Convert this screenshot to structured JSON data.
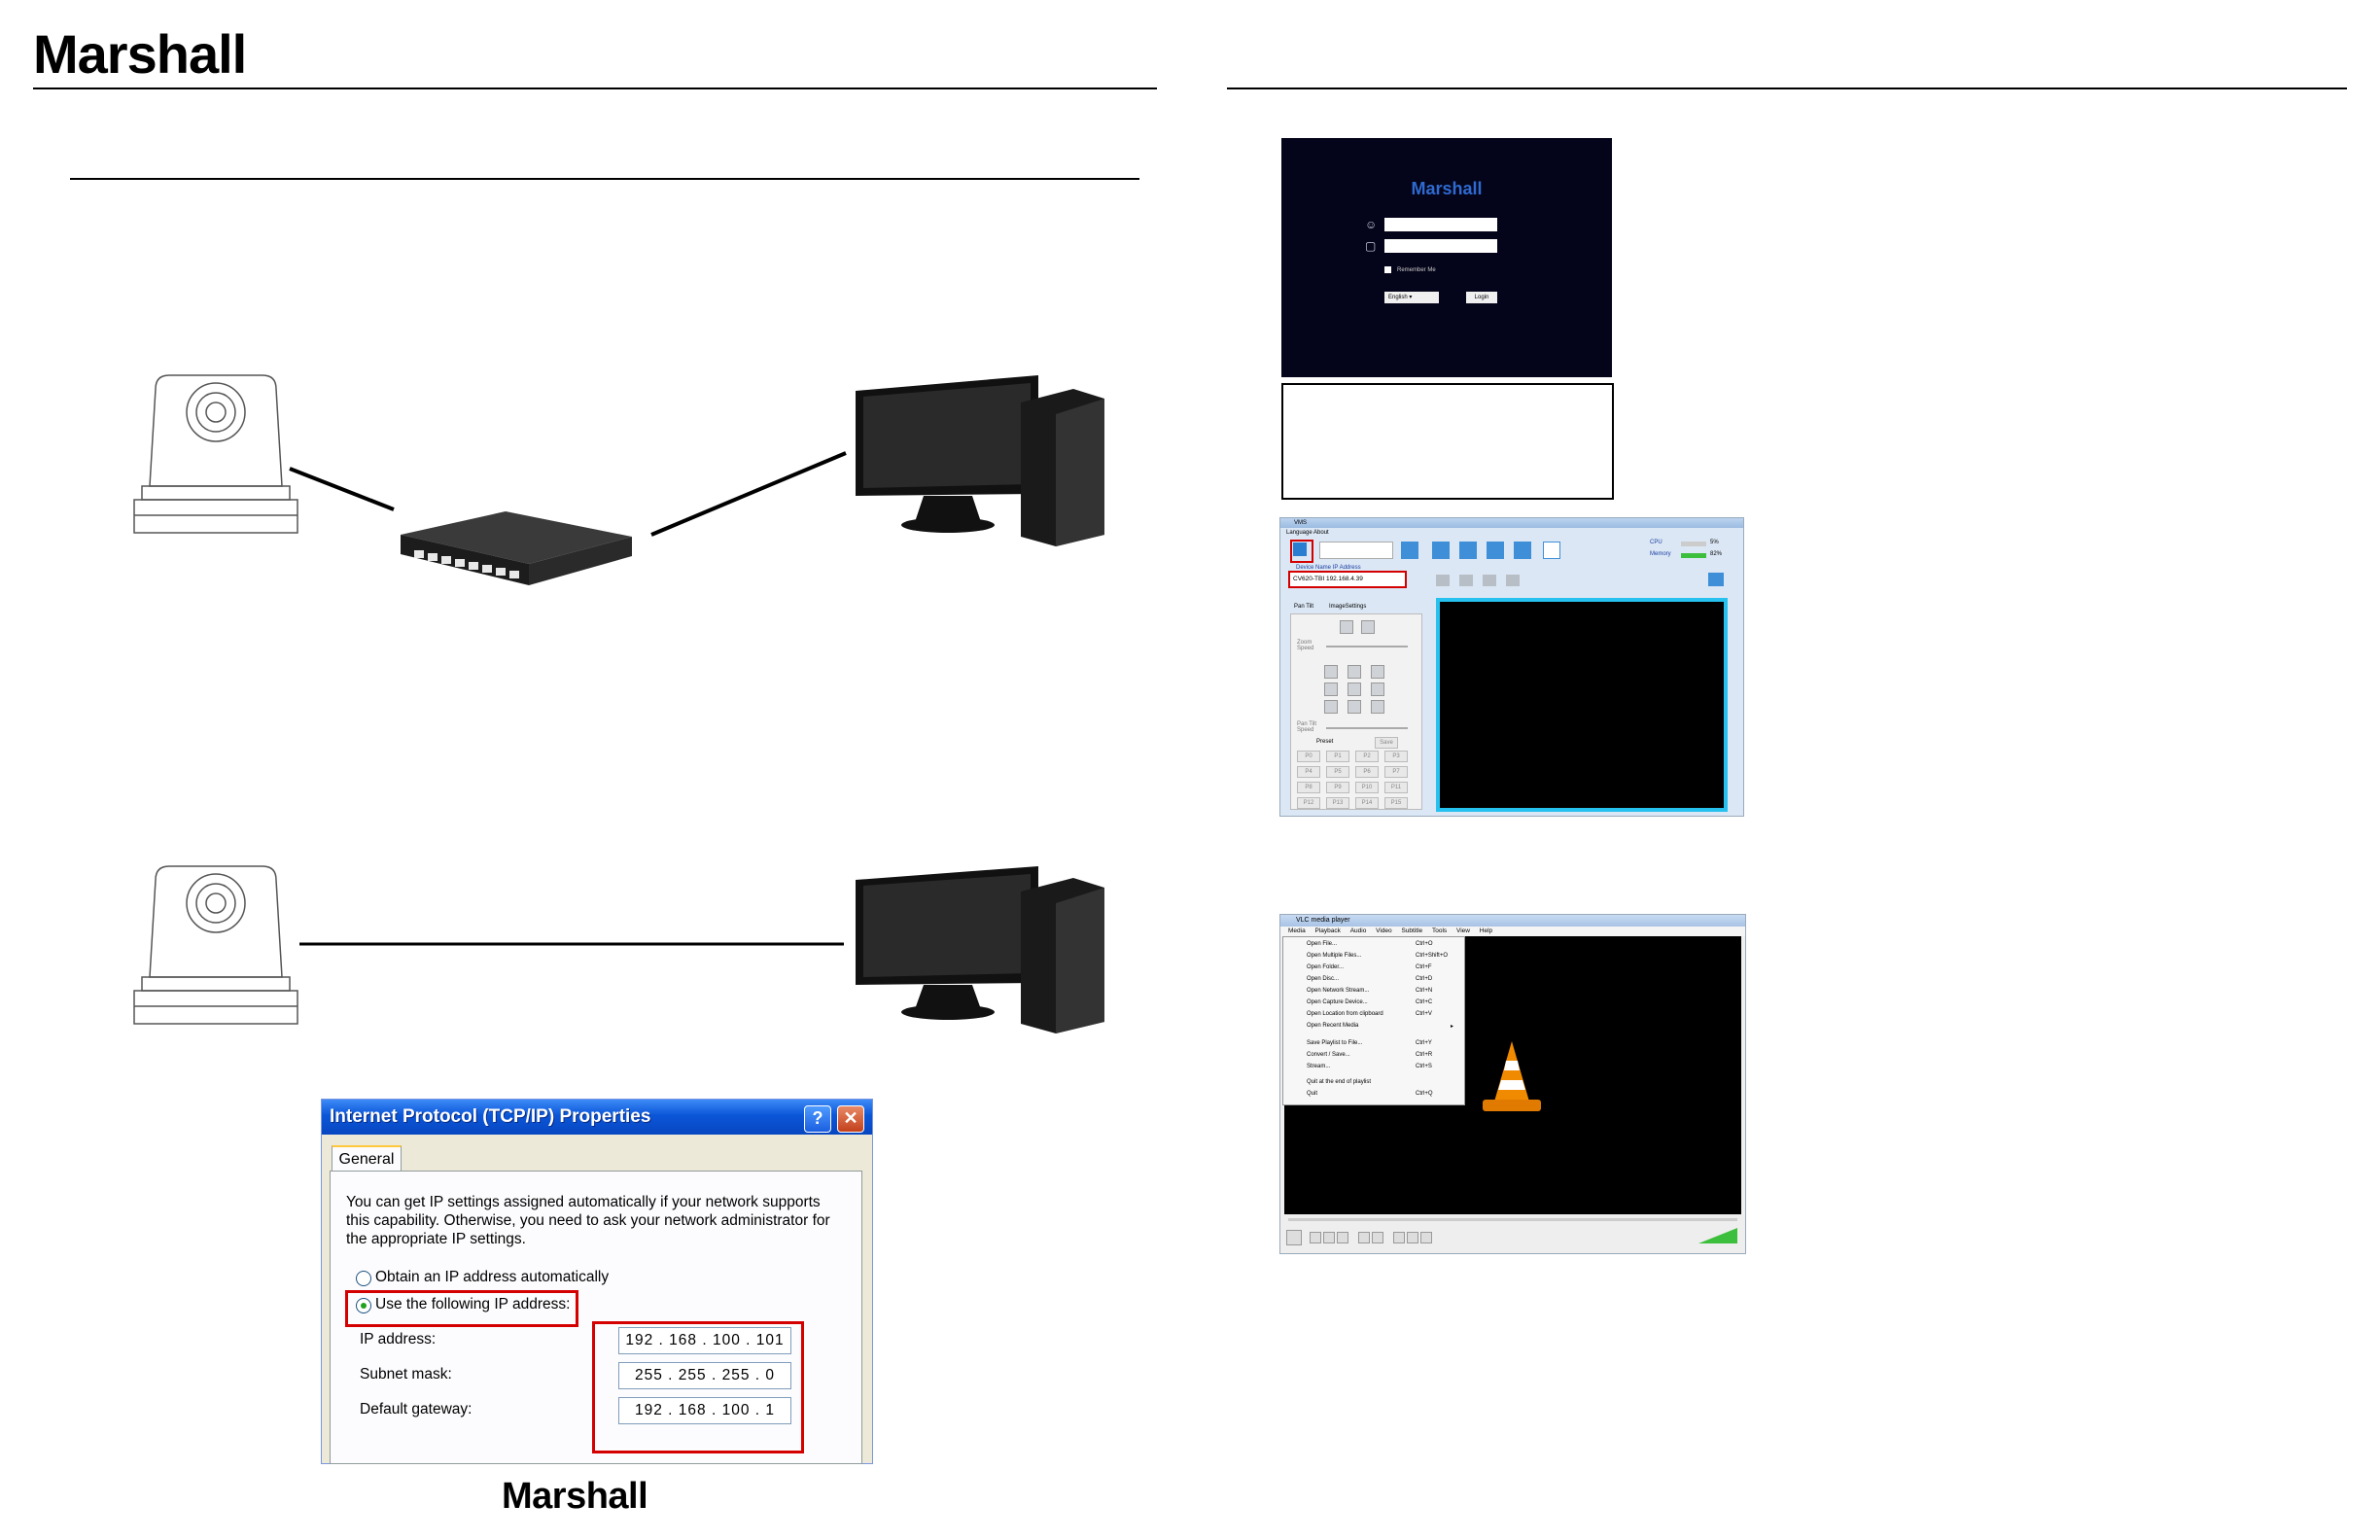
{
  "header": {
    "brand": "Marshall"
  },
  "footer": {
    "brand": "Marshall"
  },
  "ip_dialog": {
    "title": "Internet Protocol (TCP/IP) Properties",
    "tab": "General",
    "description": "You can get IP settings assigned automatically if your network supports this capability. Otherwise, you need to ask your network administrator for the appropriate IP settings.",
    "option_auto": "Obtain an IP address automatically",
    "option_manual": "Use the following IP address:",
    "ip_label": "IP address:",
    "ip_value": "192 . 168 . 100 . 101",
    "mask_label": "Subnet mask:",
    "mask_value": "255 . 255 . 255 .   0",
    "gateway_label": "Default gateway:",
    "gateway_value": "192 . 168 . 100 .   1",
    "help_glyph": "?",
    "close_glyph": "✕"
  },
  "login_screen": {
    "logo": "Marshall",
    "remember": "Remember Me",
    "language": "English",
    "login_button": "Login"
  },
  "vms": {
    "window_title": "VMS",
    "menu": "Language   About",
    "device_header": "Device Name    IP Address",
    "device_row": "CV620-TBI  192.168.4.39",
    "cpu_label": "CPU",
    "cpu_value": "5%",
    "memory_label": "Memory",
    "memory_value": "82%",
    "tab_pantilt": "Pan Tilt",
    "tab_image": "ImageSettings",
    "zoom_speed": "Zoom Speed",
    "pantilt_speed": "Pan Tilt Speed",
    "preset_label": "Preset",
    "save_label": "Save",
    "presets": [
      "P0",
      "P1",
      "P2",
      "P3",
      "P4",
      "P5",
      "P6",
      "P7",
      "P8",
      "P9",
      "P10",
      "P11",
      "P12",
      "P13",
      "P14",
      "P15"
    ]
  },
  "vlc": {
    "window_title": "VLC media player",
    "menubar": [
      "Media",
      "Playback",
      "Audio",
      "Video",
      "Subtitle",
      "Tools",
      "View",
      "Help"
    ],
    "menu_items": [
      {
        "label": "Open File...",
        "shortcut": "Ctrl+O"
      },
      {
        "label": "Open Multiple Files...",
        "shortcut": "Ctrl+Shift+O"
      },
      {
        "label": "Open Folder...",
        "shortcut": "Ctrl+F"
      },
      {
        "label": "Open Disc...",
        "shortcut": "Ctrl+D"
      },
      {
        "label": "Open Network Stream...",
        "shortcut": "Ctrl+N"
      },
      {
        "label": "Open Capture Device...",
        "shortcut": "Ctrl+C"
      },
      {
        "label": "Open Location from clipboard",
        "shortcut": "Ctrl+V"
      },
      {
        "label": "Open Recent Media",
        "shortcut": "▸"
      },
      {
        "label": "Save Playlist to File...",
        "shortcut": "Ctrl+Y"
      },
      {
        "label": "Convert / Save...",
        "shortcut": "Ctrl+R"
      },
      {
        "label": "Stream...",
        "shortcut": "Ctrl+S"
      },
      {
        "label": "Quit at the end of playlist",
        "shortcut": ""
      },
      {
        "label": "Quit",
        "shortcut": "Ctrl+Q"
      }
    ]
  },
  "colors": {
    "xp_title": "#0a56d8",
    "highlight_red": "#d40000",
    "vms_accent": "#26c1ee",
    "vlc_cone": "#f08a00"
  }
}
